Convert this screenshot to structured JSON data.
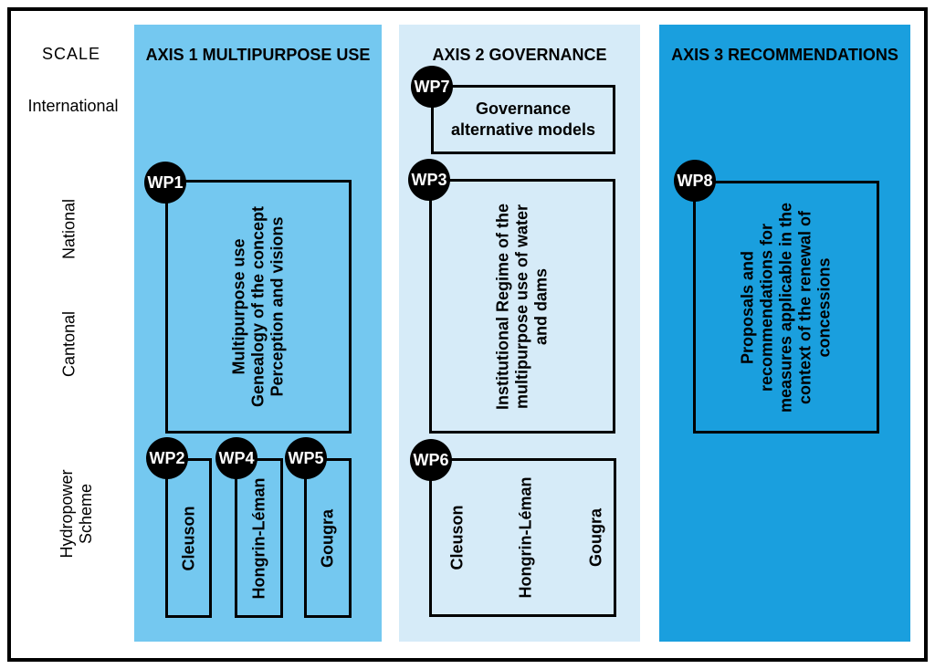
{
  "colors": {
    "axis1_bg": "#74C8F0",
    "axis2_bg": "#D6EBF8",
    "axis3_bg": "#1A9FDE",
    "wp_node_bg": "#000000",
    "wp_node_text": "#FFFFFF",
    "box_border": "#000000",
    "frame_border": "#000000",
    "text": "#000000"
  },
  "scale": {
    "header": "SCALE",
    "international": "International",
    "national": "National",
    "cantonal": "Cantonal",
    "hydropower_scheme": "Hydropower Scheme"
  },
  "axis1": {
    "title": "AXIS 1 MULTIPURPOSE USE",
    "wp1": {
      "id": "WP1",
      "text": "Multipurpose use\nGenealogy of the concept\nPerception and visions"
    },
    "wp2": {
      "id": "WP2",
      "text": "Cleuson"
    },
    "wp4": {
      "id": "WP4",
      "text": "Hongrin-Léman"
    },
    "wp5": {
      "id": "WP5",
      "text": "Gougra"
    }
  },
  "axis2": {
    "title": "AXIS 2 GOVERNANCE",
    "wp7": {
      "id": "WP7",
      "text": "Governance\nalternative models"
    },
    "wp3": {
      "id": "WP3",
      "text": "Institutional Regime of the\nmultipurpose use of water\nand dams"
    },
    "wp6": {
      "id": "WP6",
      "schemes": [
        "Cleuson",
        "Hongrin-Léman",
        "Gougra"
      ]
    }
  },
  "axis3": {
    "title": "AXIS 3 RECOMMENDATIONS",
    "wp8": {
      "id": "WP8",
      "text": "Proposals and\nrecommendations for\nmeasures applicable in the\ncontext of the renewal of\nconcessions"
    }
  }
}
